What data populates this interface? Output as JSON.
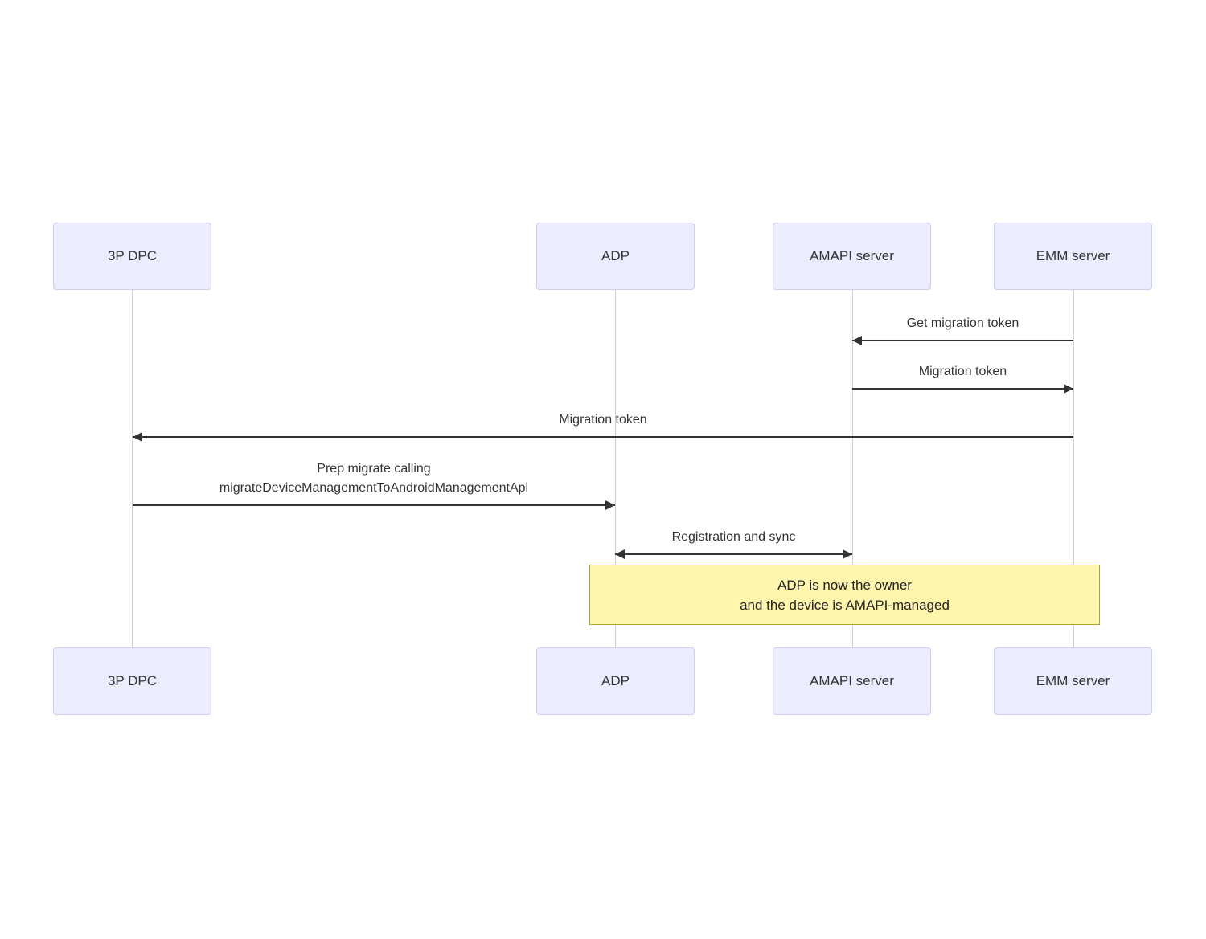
{
  "colors": {
    "actor_fill": "#ECECFF",
    "actor_border": "#CFCFEF",
    "lifeline": "#CCCCE0",
    "arrow": "#333333",
    "note_fill": "#FFF5AD",
    "note_border": "#AAAA33",
    "text": "#333333"
  },
  "diagram": {
    "type": "sequence-diagram",
    "actors": [
      {
        "name": "3P DPC"
      },
      {
        "name": "ADP"
      },
      {
        "name": "AMAPI server"
      },
      {
        "name": "EMM server"
      }
    ],
    "messages": [
      {
        "label": "Get migration token",
        "from": "EMM server",
        "to": "AMAPI server",
        "direction": "left"
      },
      {
        "label": "Migration token",
        "from": "AMAPI server",
        "to": "EMM server",
        "direction": "right"
      },
      {
        "label": "Migration token",
        "from": "EMM server",
        "to": "3P DPC",
        "direction": "left"
      },
      {
        "label": "Prep migrate calling\nmigrateDeviceManagementToAndroidManagementApi",
        "from": "3P DPC",
        "to": "ADP",
        "direction": "right"
      },
      {
        "label": "Registration and sync",
        "from": "ADP",
        "to": "AMAPI server",
        "direction": "both"
      }
    ],
    "note": {
      "text": "ADP is now the owner\nand the device is AMAPI-managed",
      "spans": [
        "ADP",
        "EMM server"
      ]
    }
  }
}
